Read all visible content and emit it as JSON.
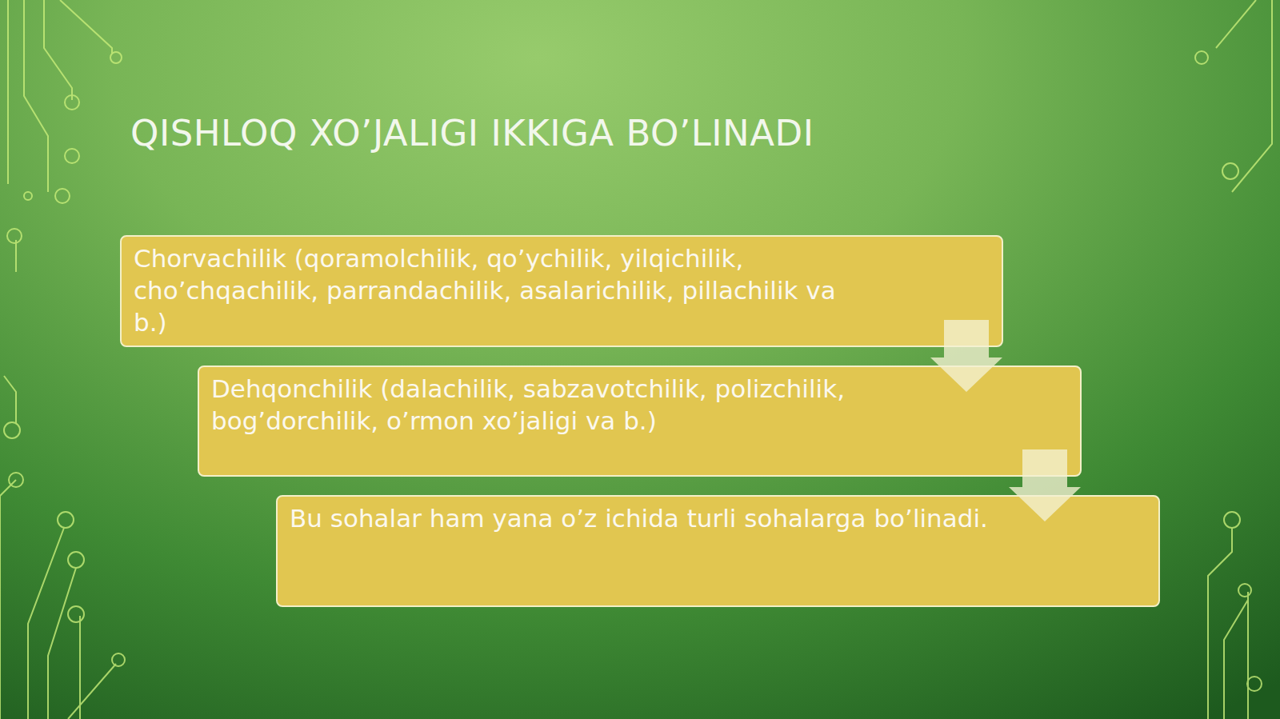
{
  "diagram": {
    "title": "QISHLOQ XO’JALIGI IKKIGA BO’LINADI",
    "nodes": [
      {
        "text": [
          "Chorvachilik (qoramolchilik, qo’ychilik, yilqichilik, cho’chqachilik, parrandachilik, asalarichilik, pillachilik va b.)"
        ]
      },
      {
        "text": [
          "Dehqonchilik (dalachilik, sabzavotchilik, polizchilik, bog’dorchilik, o’rmon xo’jaligi va b.)"
        ]
      },
      {
        "text": [
          "Bu sohalar ham yana o’z ichida turli sohalarga bo’linadi."
        ]
      }
    ],
    "edges": [
      {
        "from": 0,
        "to": 1,
        "arrow": "to"
      },
      {
        "from": 1,
        "to": 2,
        "arrow": "to"
      }
    ]
  }
}
